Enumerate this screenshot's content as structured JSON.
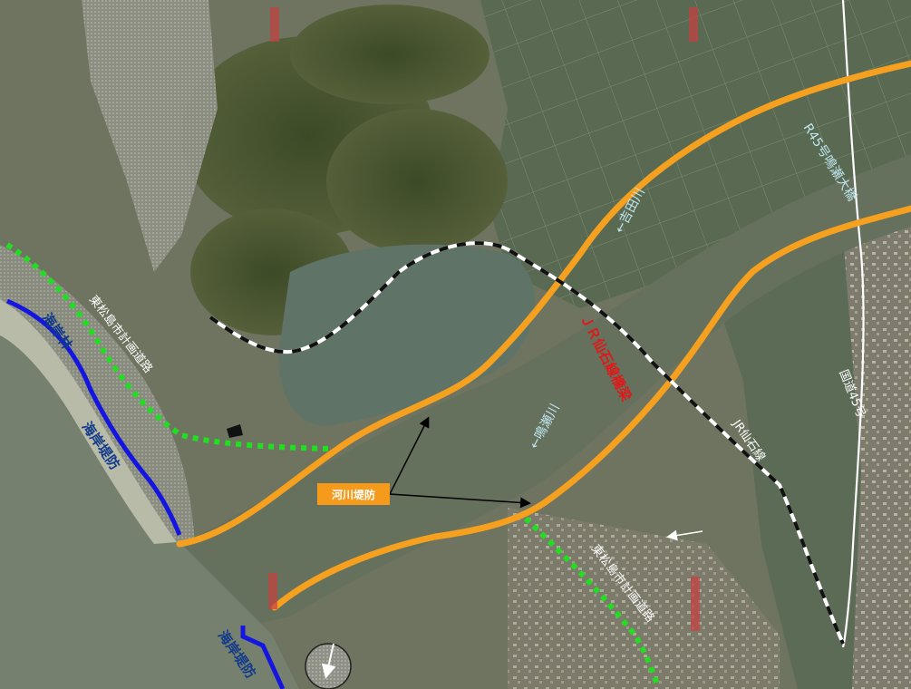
{
  "map": {
    "labels": {
      "coastal_forest": "海岸林",
      "seawall_left": "海岸堤防",
      "seawall_bottom": "海岸堤防",
      "city_road_upper": "東松島市計画道路",
      "city_road_lower": "東松島市計画道路",
      "river_levee": "河川堤防",
      "jr_bridge": "ＪＲ仙石線橋梁",
      "jr_line": "JR仙石線",
      "route45_bridge": "R45号鳴瀬大橋",
      "route45": "国道45号",
      "yoshida_river": "←吉田川",
      "naruse_river": "←鳴瀬川"
    },
    "colors": {
      "levee": "#f5a01f",
      "seawall": "#1515e0",
      "city_road": "#22dd22",
      "railway": "#111111",
      "highway": "#ffffff",
      "callout_bg": "#f59a1a",
      "red_label": "#e01818"
    },
    "icons": [
      "north-arrow-icon",
      "flow-arrow-icon"
    ]
  }
}
